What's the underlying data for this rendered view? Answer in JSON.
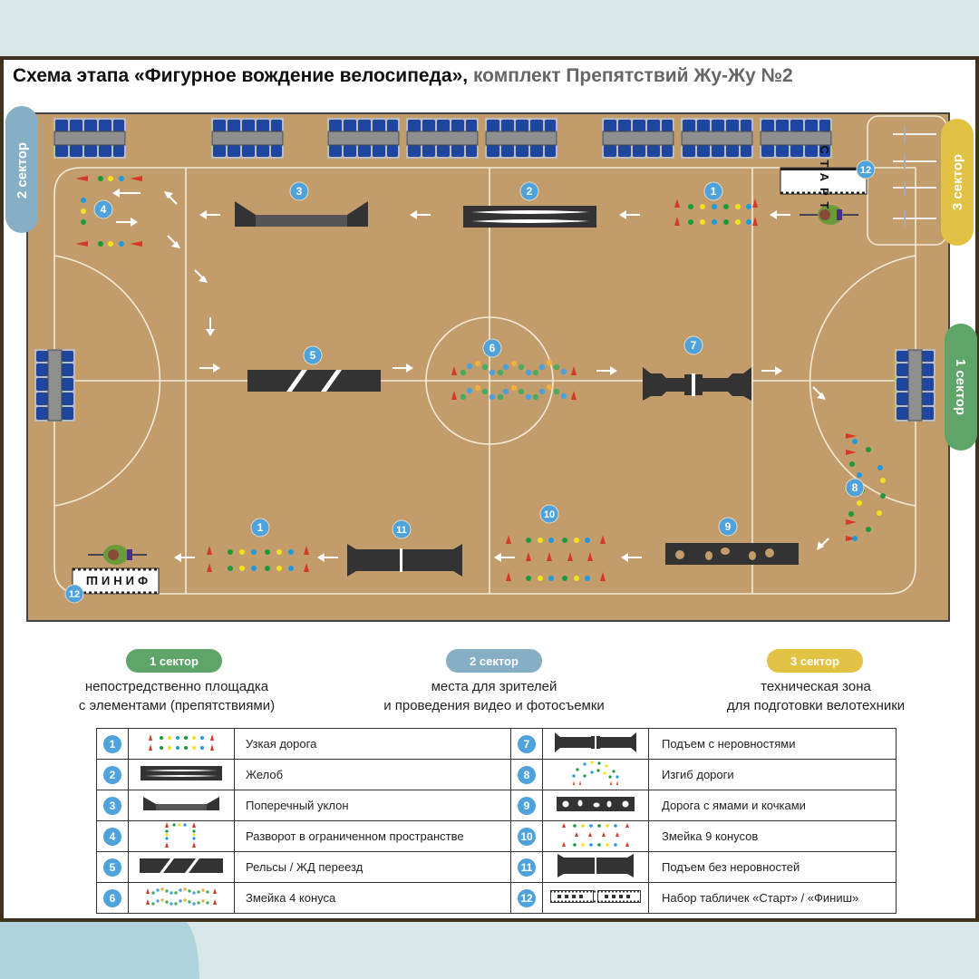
{
  "title": {
    "main": "Схема этапа «Фигурное вождение велосипеда»,",
    "sub": "комплект Препятствий Жу-Жу №2"
  },
  "colors": {
    "floor": "#c29c6b",
    "sector1": "#5fa468",
    "sector2": "#86afc5",
    "sector3": "#e2c244",
    "badge": "#4fa3dc",
    "obstacle": "#333333",
    "seat": "#1e46a0"
  },
  "sectors": [
    {
      "label": "1 сектор",
      "desc_line1": "непостредственно площадка",
      "desc_line2": "с элементами (препятствиями)"
    },
    {
      "label": "2 сектор",
      "desc_line1": "места для зрителей",
      "desc_line2": "и проведения видео и фотосъемки"
    },
    {
      "label": "3 сектор",
      "desc_line1": "техническая зона",
      "desc_line2": "для подготовки велотехники"
    }
  ],
  "signs": {
    "start": "СТАРТ",
    "finish": "ФИНИШ"
  },
  "markers": [
    "1",
    "2",
    "3",
    "4",
    "5",
    "6",
    "7",
    "8",
    "9",
    "10",
    "11",
    "12"
  ],
  "legend": [
    {
      "num": "1",
      "icon": "narrow-road-icon",
      "label": "Узкая дорога"
    },
    {
      "num": "2",
      "icon": "chute-icon",
      "label": "Желоб"
    },
    {
      "num": "3",
      "icon": "cross-slope-icon",
      "label": "Поперечный уклон"
    },
    {
      "num": "4",
      "icon": "u-turn-icon",
      "label": "Разворот  в ограниченном пространстве"
    },
    {
      "num": "5",
      "icon": "rail-crossing-icon",
      "label": "Рельсы / ЖД переезд"
    },
    {
      "num": "6",
      "icon": "snake-4-icon",
      "label": "Змейка 4 конуса"
    },
    {
      "num": "7",
      "icon": "bumpy-ramp-icon",
      "label": "Подъем с неровностями"
    },
    {
      "num": "8",
      "icon": "road-bend-icon",
      "label": "Изгиб дороги"
    },
    {
      "num": "9",
      "icon": "potholes-road-icon",
      "label": "Дорога с ямами и кочками"
    },
    {
      "num": "10",
      "icon": "snake-9-icon",
      "label": "Змейка 9 конусов"
    },
    {
      "num": "11",
      "icon": "smooth-ramp-icon",
      "label": "Подъем без неровностей"
    },
    {
      "num": "12",
      "icon": "start-finish-signs-icon",
      "label": "Набор табличек «Старт» / «Финиш»"
    }
  ]
}
